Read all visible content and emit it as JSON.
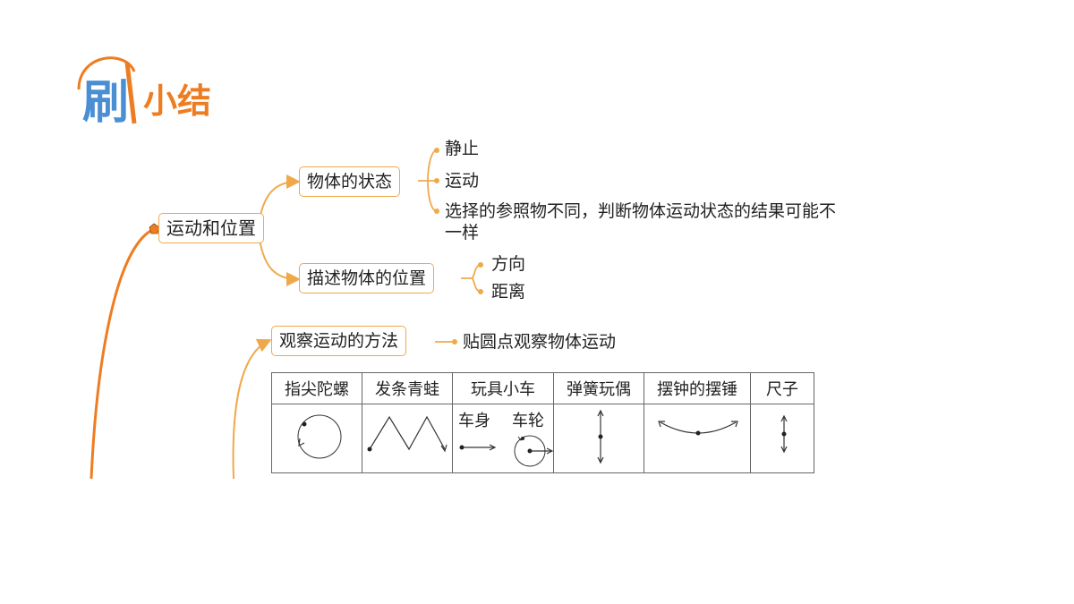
{
  "logo": {
    "main": "刷",
    "sub": "小结"
  },
  "root": {
    "label": "运动和位置"
  },
  "branches": [
    {
      "label": "物体的状态",
      "children": [
        "静止",
        "运动",
        "选择的参照物不同，判断物体运动状态的结果可能不一样"
      ]
    },
    {
      "label": "描述物体的位置",
      "children": [
        "方向",
        "距离"
      ]
    }
  ],
  "observe": {
    "label": "观察运动的方法",
    "child": "贴圆点观察物体运动"
  },
  "table": {
    "headers": [
      "指尖陀螺",
      "发条青蛙",
      "玩具小车",
      "弹簧玩偶",
      "摆钟的摆锤",
      "尺子"
    ],
    "car_labels": [
      "车身",
      "车轮"
    ]
  },
  "colors": {
    "accent": "#ee7d22",
    "line": "#f0a94a",
    "logo_blue": "#4a8fd4"
  }
}
